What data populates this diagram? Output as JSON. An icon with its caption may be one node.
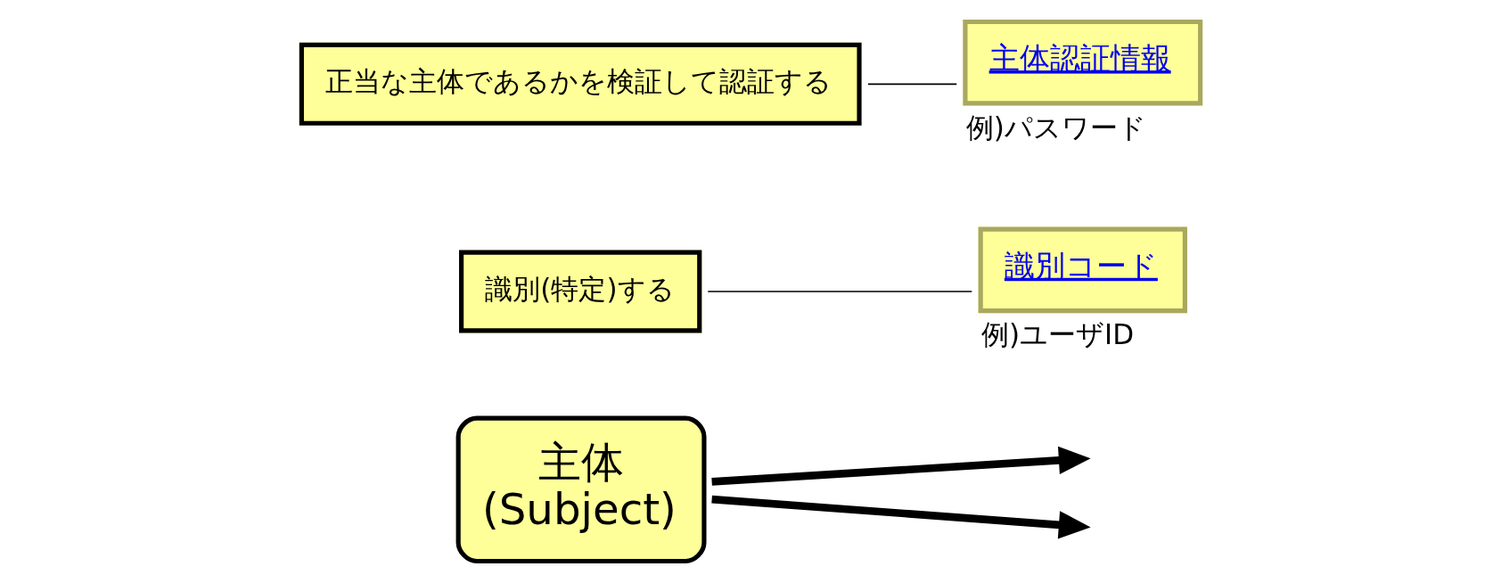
{
  "diagram": {
    "nodes": [
      {
        "text": [
          "主体",
          "(Subject)"
        ]
      },
      {
        "text": [
          "識別コード"
        ],
        "beside": [
          "例)ユーザID"
        ]
      },
      {
        "text": [
          "識別(特定)する"
        ]
      },
      {
        "text": [
          "主体認証情報"
        ],
        "beside": [
          "例)パスワード"
        ]
      },
      {
        "text": [
          "正当な主体であるかを検証して認証する"
        ]
      }
    ],
    "edges": [
      {
        "from": 0,
        "to": null,
        "arrow": "to",
        "style": "thick"
      },
      {
        "from": 2,
        "to": 1,
        "arrow": "none"
      },
      {
        "from": 0,
        "to": null,
        "arrow": "to",
        "style": "thick"
      },
      {
        "from": 4,
        "to": 3,
        "arrow": "none"
      }
    ]
  }
}
